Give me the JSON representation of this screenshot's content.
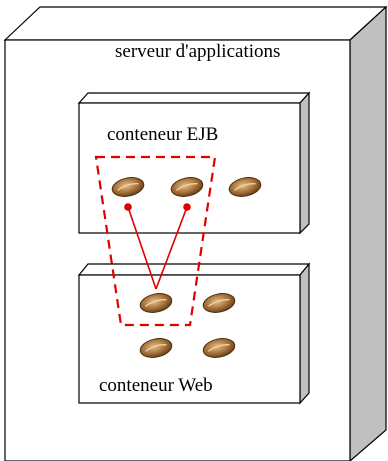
{
  "server": {
    "label": "serveur d'applications"
  },
  "ejb_container": {
    "label": "conteneur EJB",
    "beans": [
      "bean-icon",
      "bean-icon",
      "bean-icon"
    ]
  },
  "web_container": {
    "label": "conteneur Web",
    "beans": [
      "bean-icon",
      "bean-icon",
      "bean-icon",
      "bean-icon"
    ]
  },
  "colors": {
    "outline": "#000000",
    "face": "#ffffff",
    "side": "#c0c0c0",
    "top": "#ffffff",
    "highlight": "#e00000",
    "bean_dark": "#5a3714",
    "bean_mid": "#9c6a34",
    "bean_light": "#d9b07a"
  }
}
